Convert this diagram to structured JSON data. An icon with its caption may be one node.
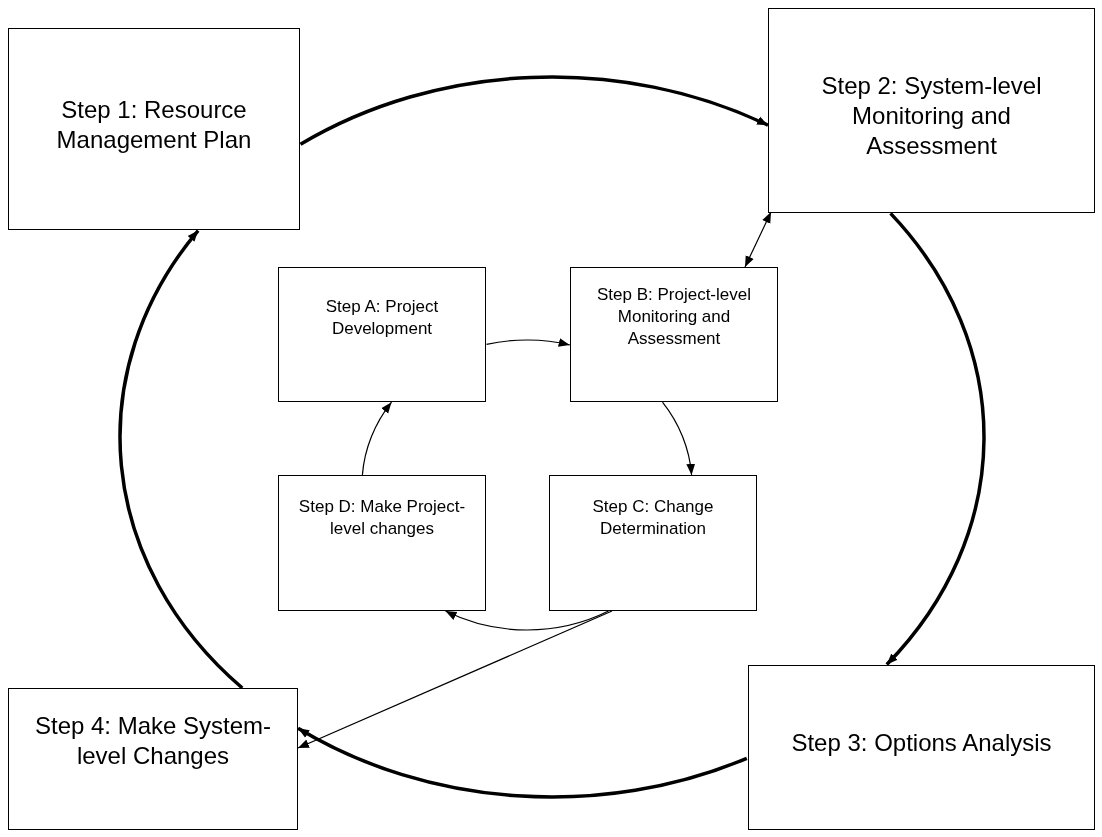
{
  "diagram": {
    "nodes": [
      {
        "text": [
          "Step 1: Resource Management Plan"
        ]
      },
      {
        "text": [
          "Step 2: System-level Monitoring and Assessment"
        ]
      },
      {
        "text": [
          "Step 3: Options Analysis"
        ]
      },
      {
        "text": [
          "Step 4: Make System-level Changes"
        ]
      },
      {
        "text": [
          "Step A: Project Development"
        ]
      },
      {
        "text": [
          "Step B: Project-level Monitoring and Assessment"
        ]
      },
      {
        "text": [
          "Step C: Change Determination"
        ]
      },
      {
        "text": [
          "Step D: Make Project-level changes"
        ]
      }
    ],
    "edges": [
      {
        "from": 0,
        "to": 1,
        "arrow": "to",
        "style": "thick"
      },
      {
        "from": 1,
        "to": 2,
        "arrow": "to",
        "style": "thick"
      },
      {
        "from": 2,
        "to": 3,
        "arrow": "to",
        "style": "thick"
      },
      {
        "from": 3,
        "to": 0,
        "arrow": "to",
        "style": "thick"
      },
      {
        "from": 4,
        "to": 5,
        "arrow": "to"
      },
      {
        "from": 5,
        "to": 6,
        "arrow": "to"
      },
      {
        "from": 6,
        "to": 7,
        "arrow": "to"
      },
      {
        "from": 7,
        "to": 4,
        "arrow": "to"
      },
      {
        "from": 5,
        "to": 1,
        "arrow": "both"
      },
      {
        "from": 6,
        "to": 3,
        "arrow": "to"
      }
    ]
  }
}
